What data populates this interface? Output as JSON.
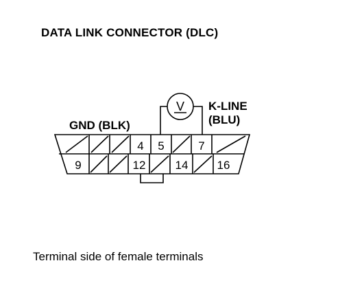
{
  "title": "DATA LINK CONNECTOR (DLC)",
  "caption": "Terminal side of female terminals",
  "labels": {
    "gnd": "GND (BLK)",
    "kline_1": "K-LINE",
    "kline_2": "(BLU)",
    "meter_symbol": "V"
  },
  "connector": {
    "top_row": [
      "",
      "",
      "",
      "4",
      "5",
      "",
      "7",
      ""
    ],
    "bottom_row": [
      "9",
      "",
      "",
      "12",
      "",
      "14",
      "",
      "16"
    ]
  }
}
